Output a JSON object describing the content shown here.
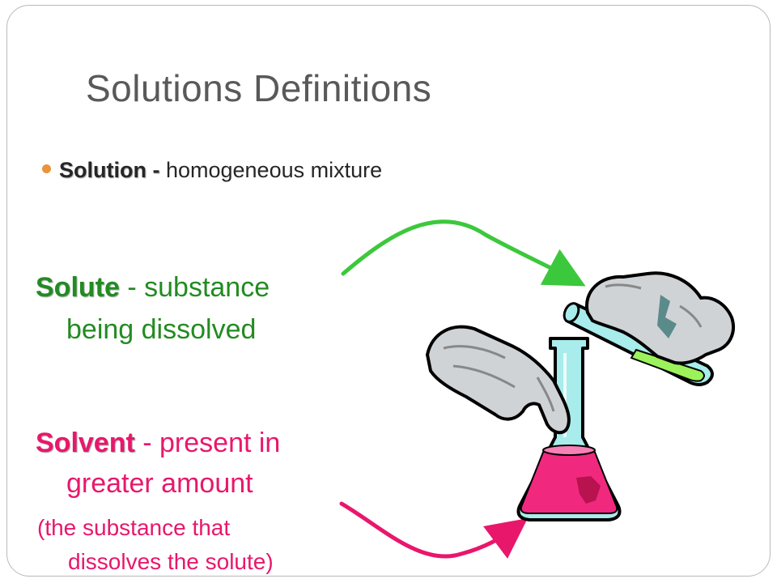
{
  "slide": {
    "title": "Solutions Definitions",
    "bullet": {
      "term": "Solution  -",
      "definition": " homogeneous  mixture"
    },
    "solute": {
      "term": "Solute",
      "definition_line1": " - substance",
      "definition_line2": "being dissolved"
    },
    "solvent": {
      "term": "Solvent",
      "definition_line1": " - present in",
      "definition_line2": "greater amount"
    },
    "note": {
      "line1": "(the substance that",
      "line2": "dissolves the solute)"
    },
    "colors": {
      "title": "#595959",
      "bullet": "#e8943a",
      "solute": "#228b22",
      "solute_arrow": "#3cc83c",
      "solvent": "#e8176c",
      "liquid_flask": "#f0287e",
      "liquid_tube": "#9cf25a",
      "glass": "#a8ecec",
      "glove": "#cfd3d6"
    },
    "illustration": "chemist-hands-pouring-test-tube-into-flask"
  }
}
